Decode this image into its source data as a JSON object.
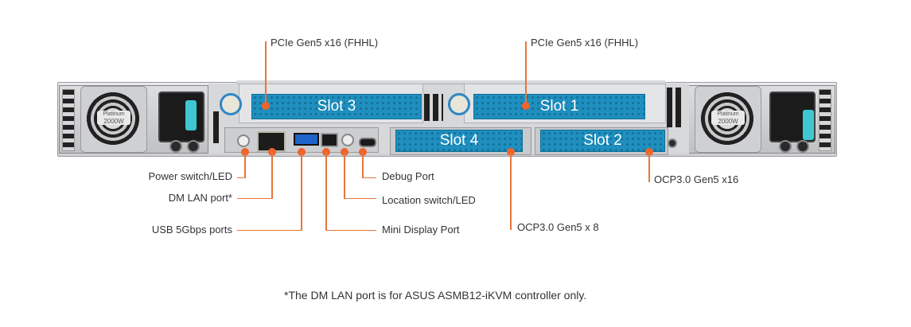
{
  "diagram": {
    "title": "Server rear panel I/O",
    "slots": [
      {
        "id": "slot3",
        "label": "Slot 3",
        "callout": "PCIe Gen5 x16 (FHHL)"
      },
      {
        "id": "slot1",
        "label": "Slot 1",
        "callout": "PCIe Gen5 x16 (FHHL)"
      },
      {
        "id": "slot4",
        "label": "Slot 4",
        "callout": "OCP3.0 Gen5 x 8"
      },
      {
        "id": "slot2",
        "label": "Slot 2",
        "callout": "OCP3.0 Gen5 x16"
      }
    ],
    "ports": {
      "power_switch": "Power switch/LED",
      "dm_lan": "DM LAN port*",
      "usb": "USB 5Gbps ports",
      "mini_dp": "Mini Display Port",
      "location_switch": "Location switch/LED",
      "debug": "Debug Port"
    },
    "psu": {
      "left": {
        "badge_top": "Platinum",
        "badge_watt": "2000W"
      },
      "right": {
        "badge_top": "Platinum",
        "badge_watt": "2000W"
      }
    },
    "footnote": "*The DM LAN port is for ASUS ASMB12-iKVM controller only.",
    "colors": {
      "accent": "#f0632a",
      "slot_blue": "#1e8fbf",
      "latch_teal": "#3ec7d3"
    }
  }
}
